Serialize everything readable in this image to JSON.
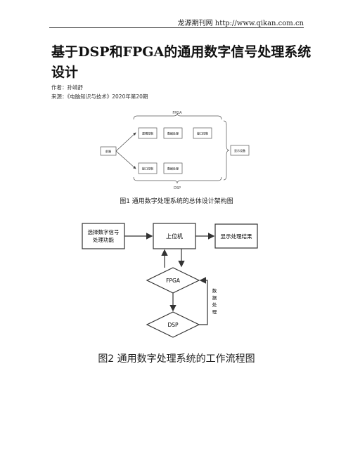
{
  "header": {
    "site": "龙源期刊网 http://www.qikan.com.cn"
  },
  "article": {
    "title": "基于DSP和FPGA的通用数字信号处理系统设计",
    "author_line": "作者：孙靖舒",
    "source_line": "来源：《电脑知识与技术》2020年第20期"
  },
  "figure1": {
    "caption": "图1 通用数字处理系统的总体设计架构图",
    "fpga_label": "FPGA",
    "dsp_label": "DSP",
    "source_box": "前端",
    "display_box": "显示设备",
    "fpga_boxes": [
      "逻辑控制",
      "数据处理",
      "接口控制"
    ],
    "dsp_boxes": [
      "接口控制",
      "数据处理"
    ]
  },
  "figure2": {
    "caption": "图2 通用数字处理系统的工作流程图",
    "select_box": [
      "选择数字信号",
      "处理功能"
    ],
    "host_box": "上位机",
    "result_box": "显示处理结果",
    "fpga_diamond": "FPGA",
    "dsp_diamond": "DSP",
    "side_label": [
      "数",
      "据",
      "处",
      "理"
    ]
  }
}
